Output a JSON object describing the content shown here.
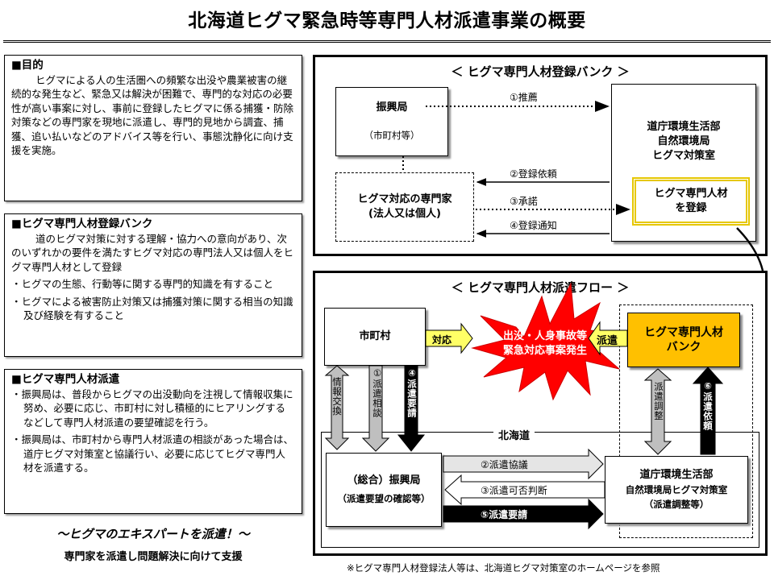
{
  "title": "北海道ヒグマ緊急時等専門人材派遣事業の概要",
  "left": {
    "purpose": {
      "heading": "■目的",
      "body": "ヒグマによる人の生活圏への頻繁な出没や農業被害の継続的な発生など、緊急又は解決が困難で、専門的な対応の必要性が高い事案に対し、事前に登録したヒグマに係る捕獲・防除対策などの専門家を現地に派遣し、専門的見地から調査、捕獲、追い払いなどのアドバイス等を行い、事態沈静化に向け支援を実施。"
    },
    "bank": {
      "heading": "■ヒグマ専門人材登録バンク",
      "body": "道のヒグマ対策に対する理解・協力への意向があり、次のいずれかの要件を満たすヒグマ対応の専門法人又は個人をヒグマ専門人材として登録",
      "bullets": [
        "ヒグマの生態、行動等に関する専門的知識を有すること",
        "ヒグマによる被害防止対策又は捕獲対策に関する相当の知識及び経験を有すること"
      ]
    },
    "dispatch": {
      "heading": "■ヒグマ専門人材派遣",
      "bullets": [
        "振興局は、普段からヒグマの出没動向を注視して情報収集に努め、必要に応じ、市町村に対し積極的にヒアリングするなどして専門人材派遣の要望確認を行う。",
        "振興局は、市町村から専門人材派遣の相談があった場合は、道庁ヒグマ対策室と協議行い、必要に応じてヒグマ専門人材を派遣する。"
      ]
    },
    "subtitle": "～ヒグマのエキスパートを派遣！～",
    "tagline": "専門家を派遣し問題解決に向けて支援",
    "bullet_mark": "・"
  },
  "registration": {
    "title": "＜ ヒグマ専門人材登録バンク ＞",
    "shinkokyoku": "振興局",
    "shinkokyoku_note": "（市町村等）",
    "expert_line1": "ヒグマ対応の専門家",
    "expert_line2": "(法人又は個人)",
    "hq_line1": "道庁環境生活部",
    "hq_line2": "自然環境局",
    "hq_line3": "ヒグマ対策室",
    "register_line1": "ヒグマ専門人材",
    "register_line2": "を登録",
    "steps": [
      "①推薦",
      "②登録依頼",
      "③承諾",
      "④登録通知"
    ]
  },
  "flow": {
    "title": "＜ ヒグマ専門人材派遣フロー ＞",
    "municipality": "市町村",
    "response": "対応",
    "incident_line1": "出没・人身事故等",
    "incident_line2": "緊急対応事案発生",
    "dispatch_label": "派遣",
    "bank_line1": "ヒグマ専門人材",
    "bank_line2": "バンク",
    "info_exchange": "情報交換",
    "consult": "①派遣相談",
    "request4": "④派遣要請",
    "adjust": "派遣調整",
    "request6": "⑥派遣依頼",
    "hokkaido": "北海道",
    "shinko_line1": "（総合）振興局",
    "shinko_line2": "（派遣要望の確認等）",
    "hq_line1": "道庁環境生活部",
    "hq_line2": "自然環境局ヒグマ対策室",
    "hq_line3": "（派遣調整等）",
    "arrows": [
      "②派遣協議",
      "③派遣可否判断",
      "⑤派遣要請"
    ]
  },
  "footnote": "※ヒグマ専門人材登録法人等は、北海道ヒグマ対策室のホームページを参照",
  "colors": {
    "yellow": "#ffff66",
    "gold": "#ffc000",
    "red": "#ff0000",
    "gray": "#bfbfbf",
    "black": "#000000",
    "dark_gray": "#404040"
  }
}
